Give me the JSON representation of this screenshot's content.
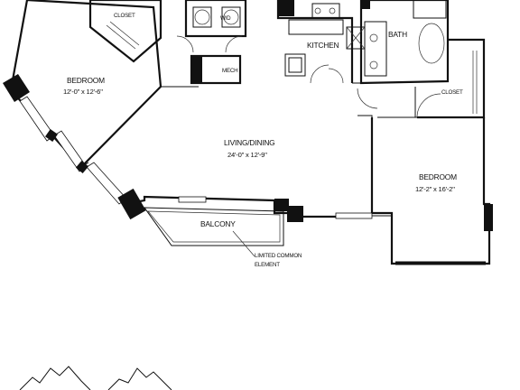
{
  "rooms": {
    "bedroom_left": {
      "name": "BEDROOM",
      "size": "12'-0\" x 12'-6\""
    },
    "closet_top": {
      "name": "CLOSET"
    },
    "laundry": {
      "name": "W/D"
    },
    "mech": {
      "name": "MECH"
    },
    "kitchen": {
      "name": "KITCHEN"
    },
    "bath": {
      "name": "BATH"
    },
    "closet_right": {
      "name": "CLOSET"
    },
    "living_dining": {
      "name": "LIVING/DINING",
      "size": "24'-0\" x 12'-9\""
    },
    "bedroom_right": {
      "name": "BEDROOM",
      "size": "12'-2\" x 16'-2\""
    },
    "balcony": {
      "name": "BALCONY"
    }
  },
  "annotation": {
    "line1": "LIMITED COMMON",
    "line2": "ELEMENT"
  }
}
